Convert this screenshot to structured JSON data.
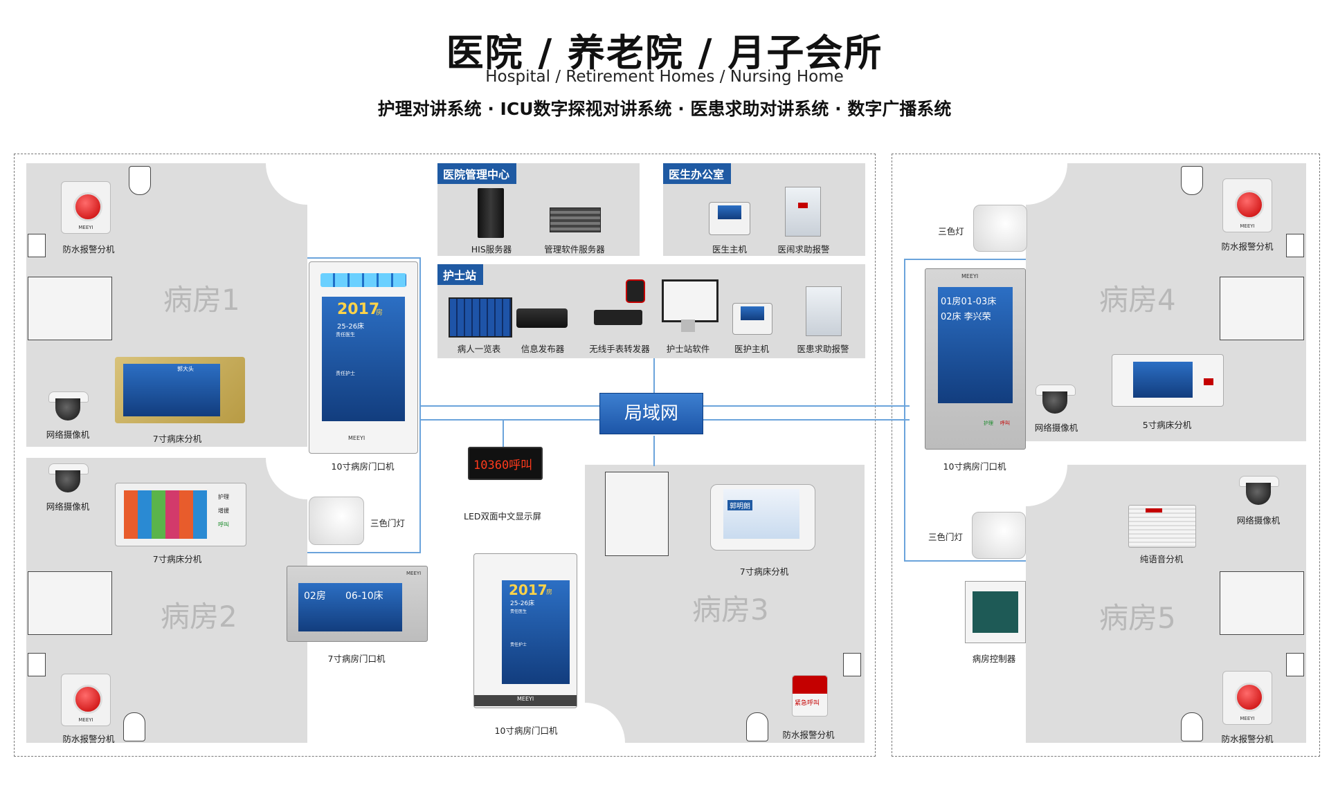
{
  "header": {
    "title": "医院 / 养老院 / 月子会所",
    "subtitle_en": "Hospital / Retirement Homes / Nursing Home",
    "systems": "护理对讲系统 · ICU数字探视对讲系统 · 医患求助对讲系统 · 数字广播系统"
  },
  "network": {
    "lan": "局域网"
  },
  "panels": {
    "management": {
      "title": "医院管理中心",
      "items": [
        "HIS服务器",
        "管理软件服务器"
      ]
    },
    "doctor_office": {
      "title": "医生办公室",
      "items": [
        "医生主机",
        "医闹求助报警"
      ]
    },
    "nurse_station": {
      "title": "护士站",
      "items": [
        "病人一览表",
        "信息发布器",
        "无线手表转发器",
        "护士站软件",
        "医护主机",
        "医患求助报警"
      ]
    }
  },
  "rooms": {
    "room1": {
      "name": "病房1",
      "devices": [
        "防水报警分机",
        "网络摄像机",
        "7寸病床分机"
      ],
      "bed_terminal_screen": {
        "header": "郭大头"
      }
    },
    "room2": {
      "name": "病房2",
      "devices": [
        "网络摄像机",
        "7寸病床分机",
        "防水报警分机"
      ],
      "bed_terminal_buttons": [
        "护理",
        "增援",
        "呼叫"
      ]
    },
    "room3": {
      "name": "病房3",
      "devices": [
        "7寸病床分机",
        "防水报警分机"
      ],
      "bed_terminal_screen": {
        "name": "郭明朗"
      },
      "alarm_text": "紧急呼叫"
    },
    "room4": {
      "name": "病房4",
      "devices": [
        "三色灯",
        "防水报警分机",
        "网络摄像机",
        "5寸病床分机"
      ]
    },
    "room5": {
      "name": "病房5",
      "devices": [
        "三色门灯",
        "网络摄像机",
        "纯语音分机",
        "病房控制器",
        "防水报警分机"
      ]
    }
  },
  "corridor_devices": {
    "door_10_left": {
      "label": "10寸病房门口机",
      "screen_year": "2017",
      "screen_room_suffix": "房",
      "screen_beds": "25-26床",
      "doctor_role": "责任医生",
      "nurse_role": "责任护士",
      "brand": "MEEYI"
    },
    "tri_light_left": {
      "label": "三色门灯"
    },
    "door_7": {
      "label": "7寸病房门口机",
      "room": "02房",
      "beds": "06-10床",
      "brand": "MEEYI"
    },
    "led_display": {
      "label": "LED双面中文显示屏",
      "text": "10360呼叫"
    },
    "door_10_center": {
      "label": "10寸病房门口机",
      "screen_year": "2017",
      "screen_room_suffix": "房",
      "screen_beds": "25-26床",
      "doctor_role": "责任医生",
      "nurse_role": "责任护士",
      "brand": "MEEYI"
    },
    "door_10_right": {
      "label": "10寸病房门口机",
      "line1": "01房01-03床",
      "line2": "02床  李兴荣",
      "brand": "MEEYI",
      "buttons": [
        "护理",
        "呼叫"
      ]
    }
  },
  "colors": {
    "accent_blue": "#1f5aa3",
    "line_blue": "#6aa3db",
    "room_gray": "#dddddd",
    "alarm_red": "#c40000"
  }
}
